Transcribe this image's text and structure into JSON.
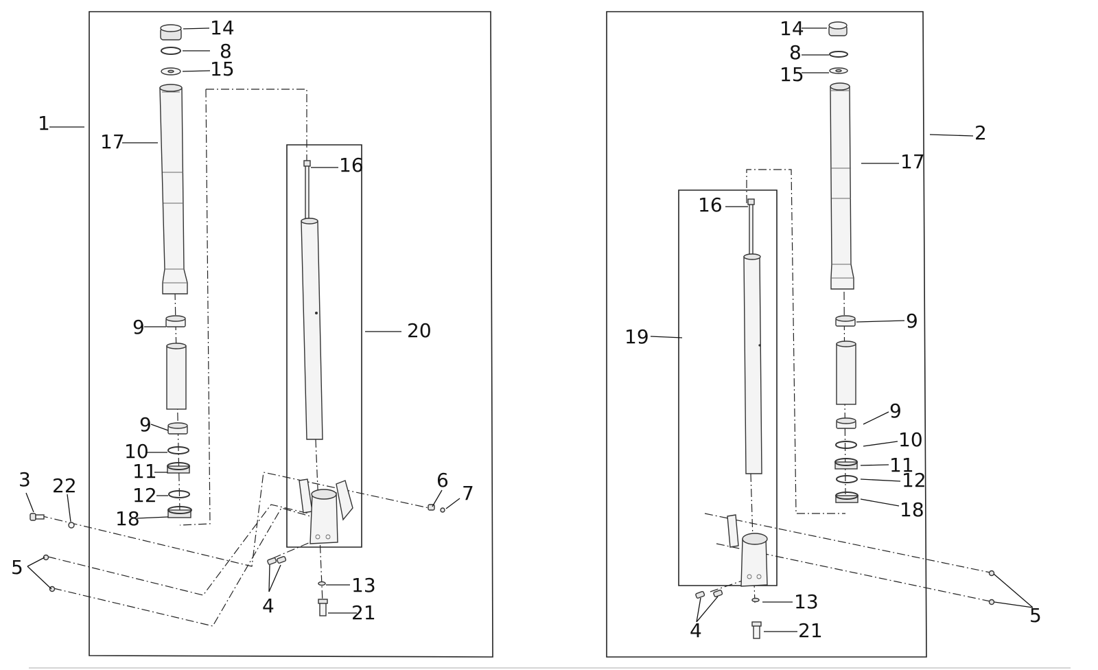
{
  "callouts": {
    "left": {
      "assembly": "1",
      "top_cap": "14",
      "o_ring": "8",
      "washer": "15",
      "outer_tube": "17",
      "cartridge_rod": "16",
      "cartridge": "20",
      "bushing_upper": "9",
      "bushing_lower": "9",
      "seal_washer": "10",
      "oil_seal": "11",
      "clip": "12",
      "dust_seal": "18",
      "bolt": "3",
      "washer_small": "22",
      "clamp_screws": "4",
      "bleeder": "6",
      "cap": "7",
      "screws_5": "5",
      "gasket": "13",
      "bottom_bolt": "21"
    },
    "right": {
      "assembly": "2",
      "top_cap": "14",
      "o_ring": "8",
      "washer": "15",
      "outer_tube": "17",
      "cartridge_rod": "16",
      "cartridge": "19",
      "bushing_upper": "9",
      "bushing_lower": "9",
      "seal_washer": "10",
      "oil_seal": "11",
      "clip": "12",
      "dust_seal": "18",
      "clamp_screws": "4",
      "gasket": "13",
      "bottom_bolt": "21",
      "screws_5": "5"
    }
  }
}
